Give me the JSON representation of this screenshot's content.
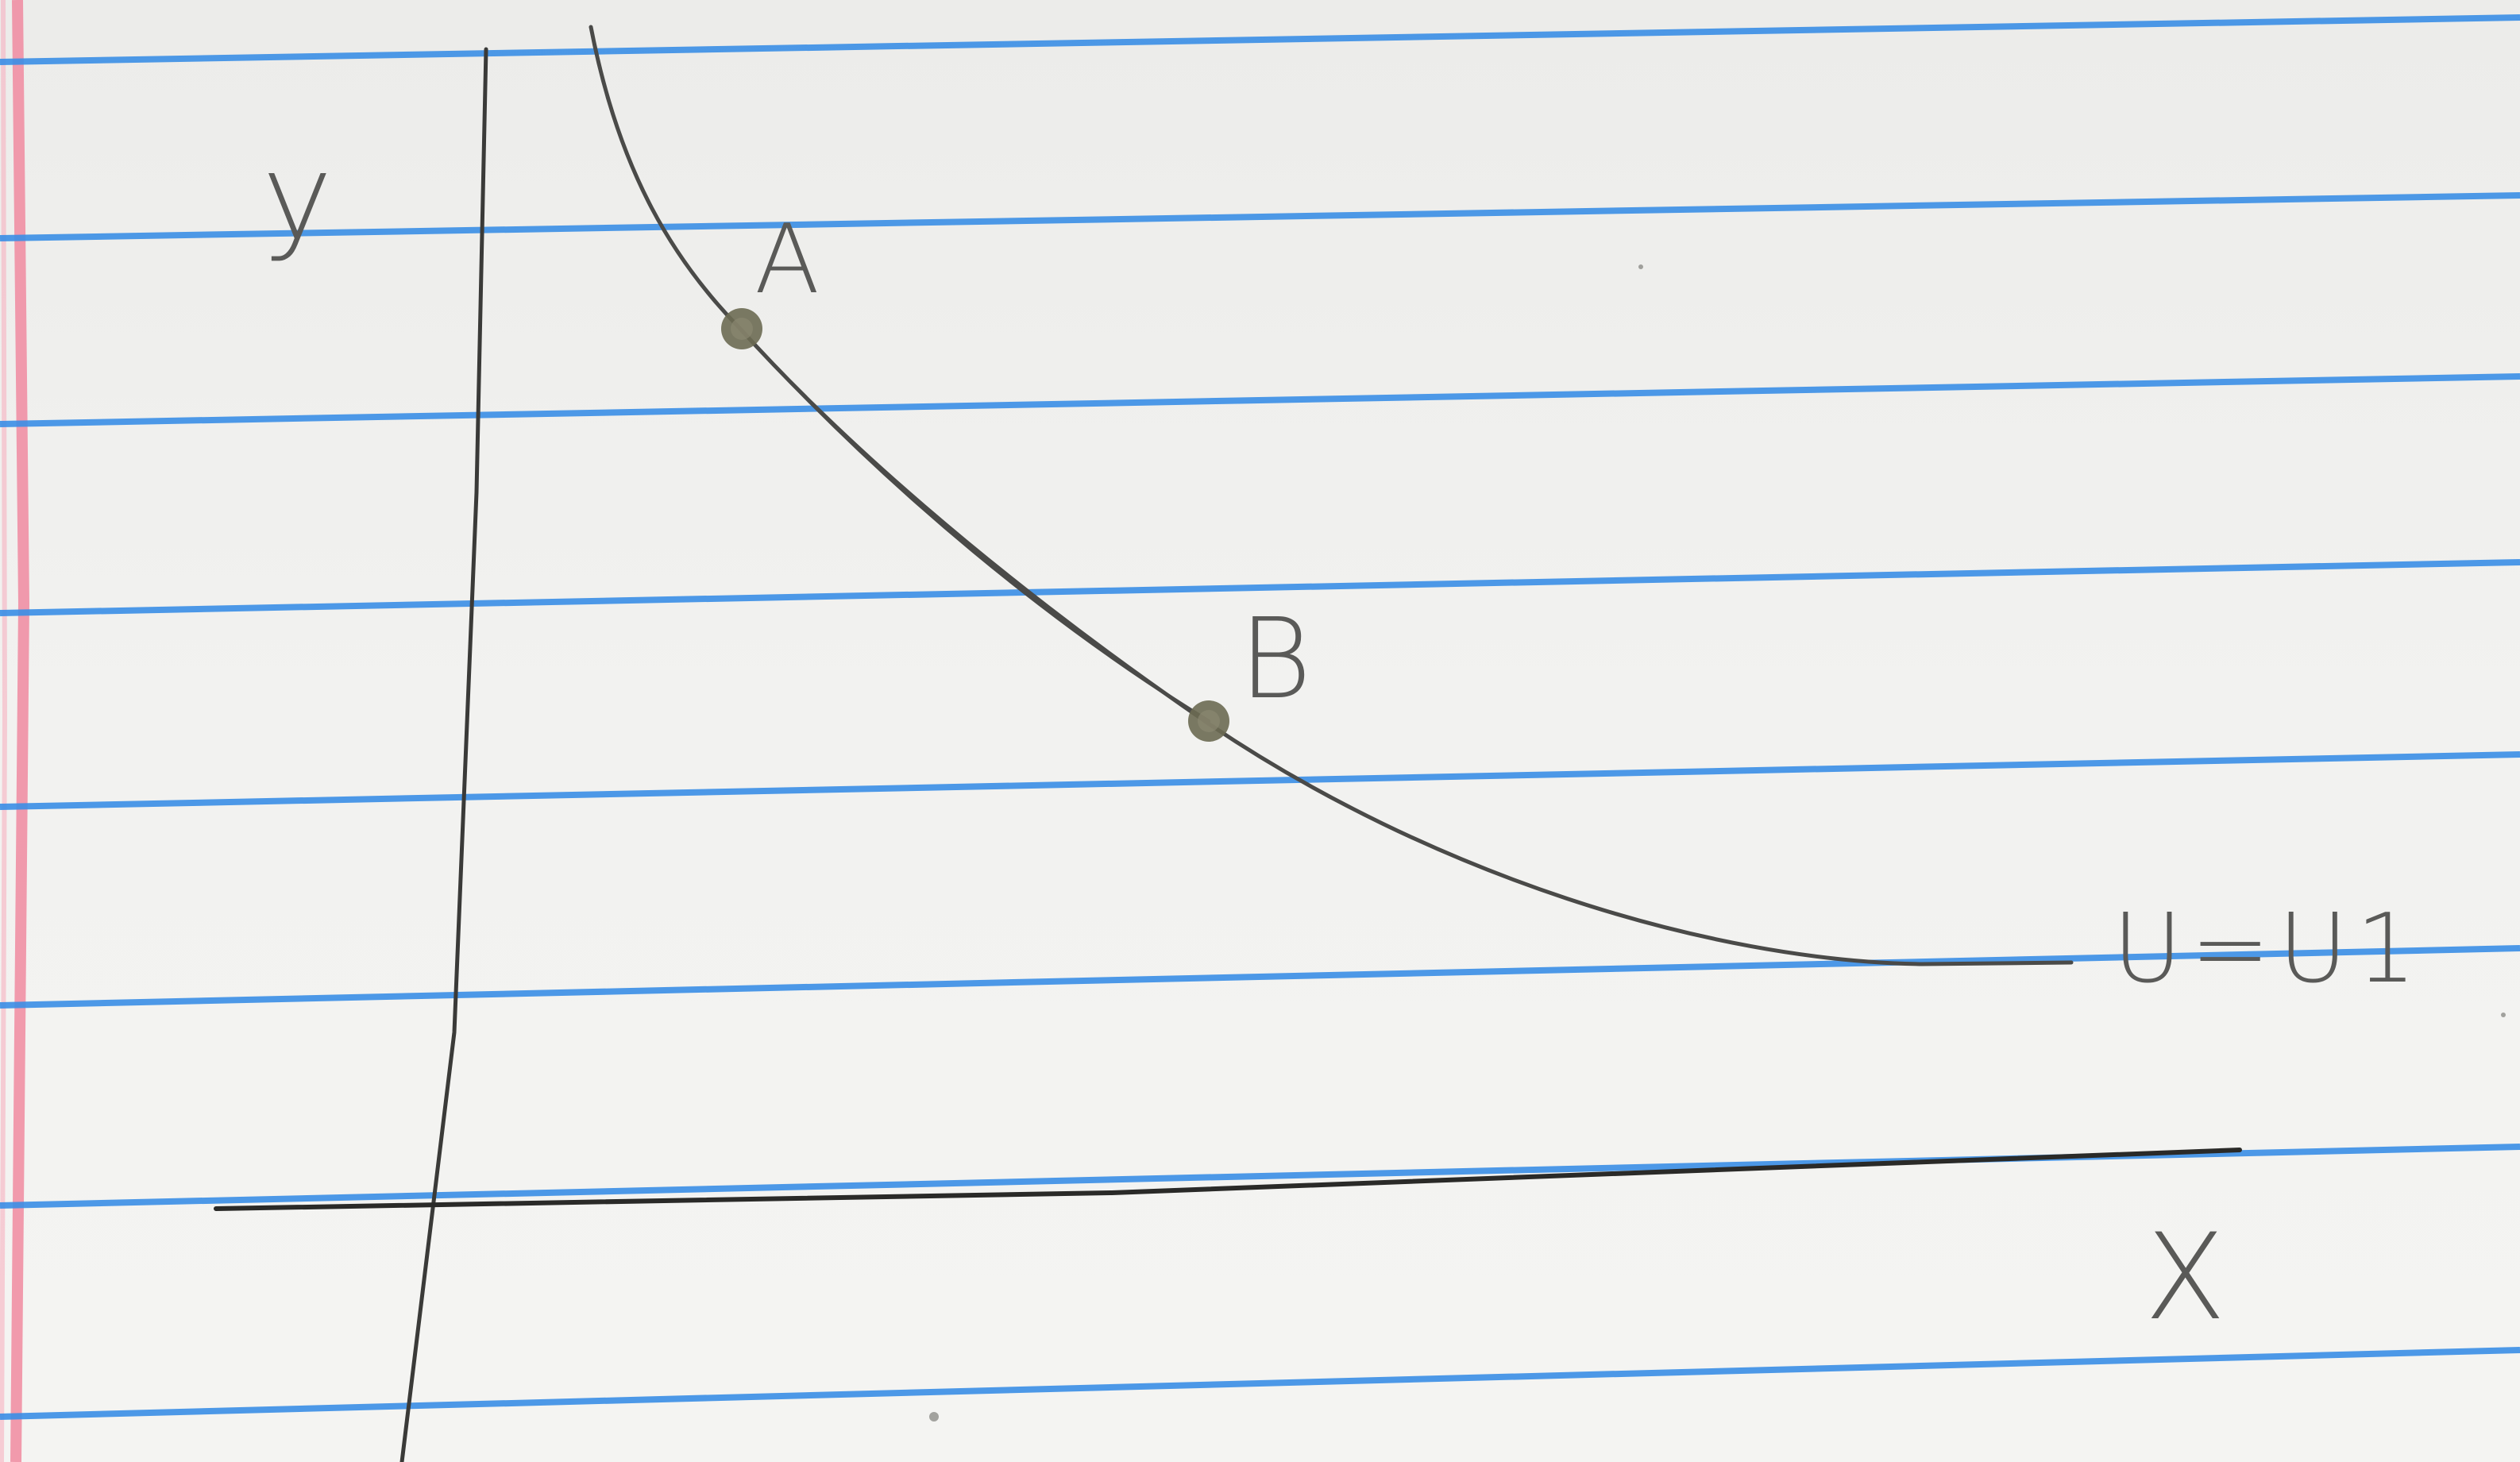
{
  "diagram": {
    "axes": {
      "y_label": "y",
      "x_label": "X"
    },
    "curve_label": "U=U1",
    "points": [
      {
        "label": "A"
      },
      {
        "label": "B"
      }
    ],
    "colors": {
      "paper": "#f2f2f0",
      "rule_line": "#3a8ee6",
      "margin_line": "#f08aa0",
      "pencil": "#4a4a48",
      "dot": "#6b6a52"
    }
  }
}
